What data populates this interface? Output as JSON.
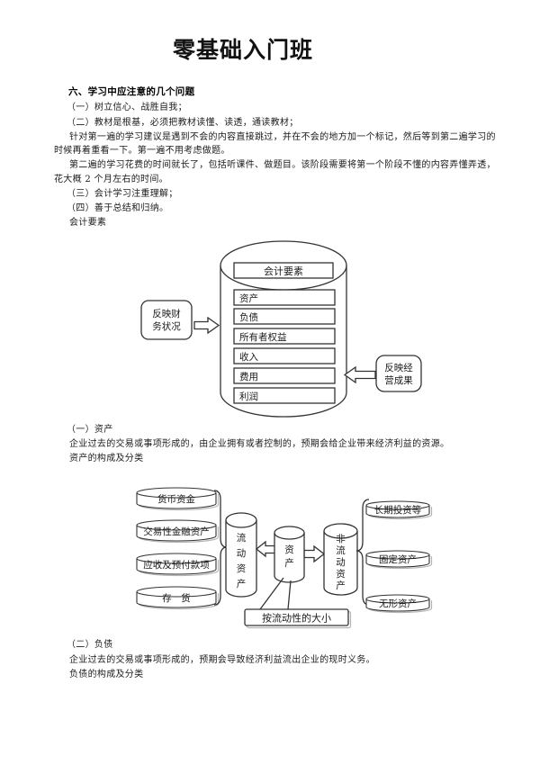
{
  "title": "零基础入门班",
  "content": {
    "lines": [
      "六、学习中应注意的几个问题",
      "（一）树立信心、战胜自我；",
      "（二）教材是根基，必须把教材读懂、读透，通读教材；",
      "针对第一遍的学习建议是遇到不会的内容直接跳过，并在不会的地方加一个标记，然后等到第二遍学习的",
      "时候再着重看一下。第一遍不用考虑做题。",
      "第二遍的学习花费的时间就长了，包括听课件、做题目。该阶段需要将第一个阶段不懂的内容弄懂弄透，",
      "花大概 2 个月左右的时间。",
      "（三）会计学习注重理解；",
      "（四）善于总结和归纳。",
      "会计要素",
      "（一）资产",
      "企业过去的交易或事项形成的，由企业拥有或者控制的，预期会给企业带来经济利益的资源。",
      "资产的构成及分类",
      "（二）负债",
      "企业过去的交易或事项形成的，预期会导致经济利益流出企业的现时义务。",
      "负债的构成及分类"
    ]
  },
  "diagram1": {
    "title": "会计要素",
    "items": [
      "资产",
      "负债",
      "所有者权益",
      "收入",
      "费用",
      "利润"
    ],
    "left_label_line1": "反映财",
    "left_label_line2": "务状况",
    "right_label_line1": "反映经",
    "right_label_line2": "营成果"
  },
  "diagram2": {
    "left_items": [
      "货币资金",
      "交易性金融资产",
      "应收及预付款项",
      "存　货"
    ],
    "right_items": [
      "长期投资等",
      "固定资产",
      "无形资产"
    ],
    "liudong_chars": [
      "流",
      "动",
      "资",
      "产"
    ],
    "zichan_chars": [
      "资",
      "产"
    ],
    "feiliudong_chars": [
      "非",
      "流",
      "动",
      "资",
      "产"
    ],
    "note": "按流动性的大小"
  },
  "colors": {
    "ink": "#1b1b1b",
    "stroke": "#333333",
    "paper": "#ffffff"
  }
}
